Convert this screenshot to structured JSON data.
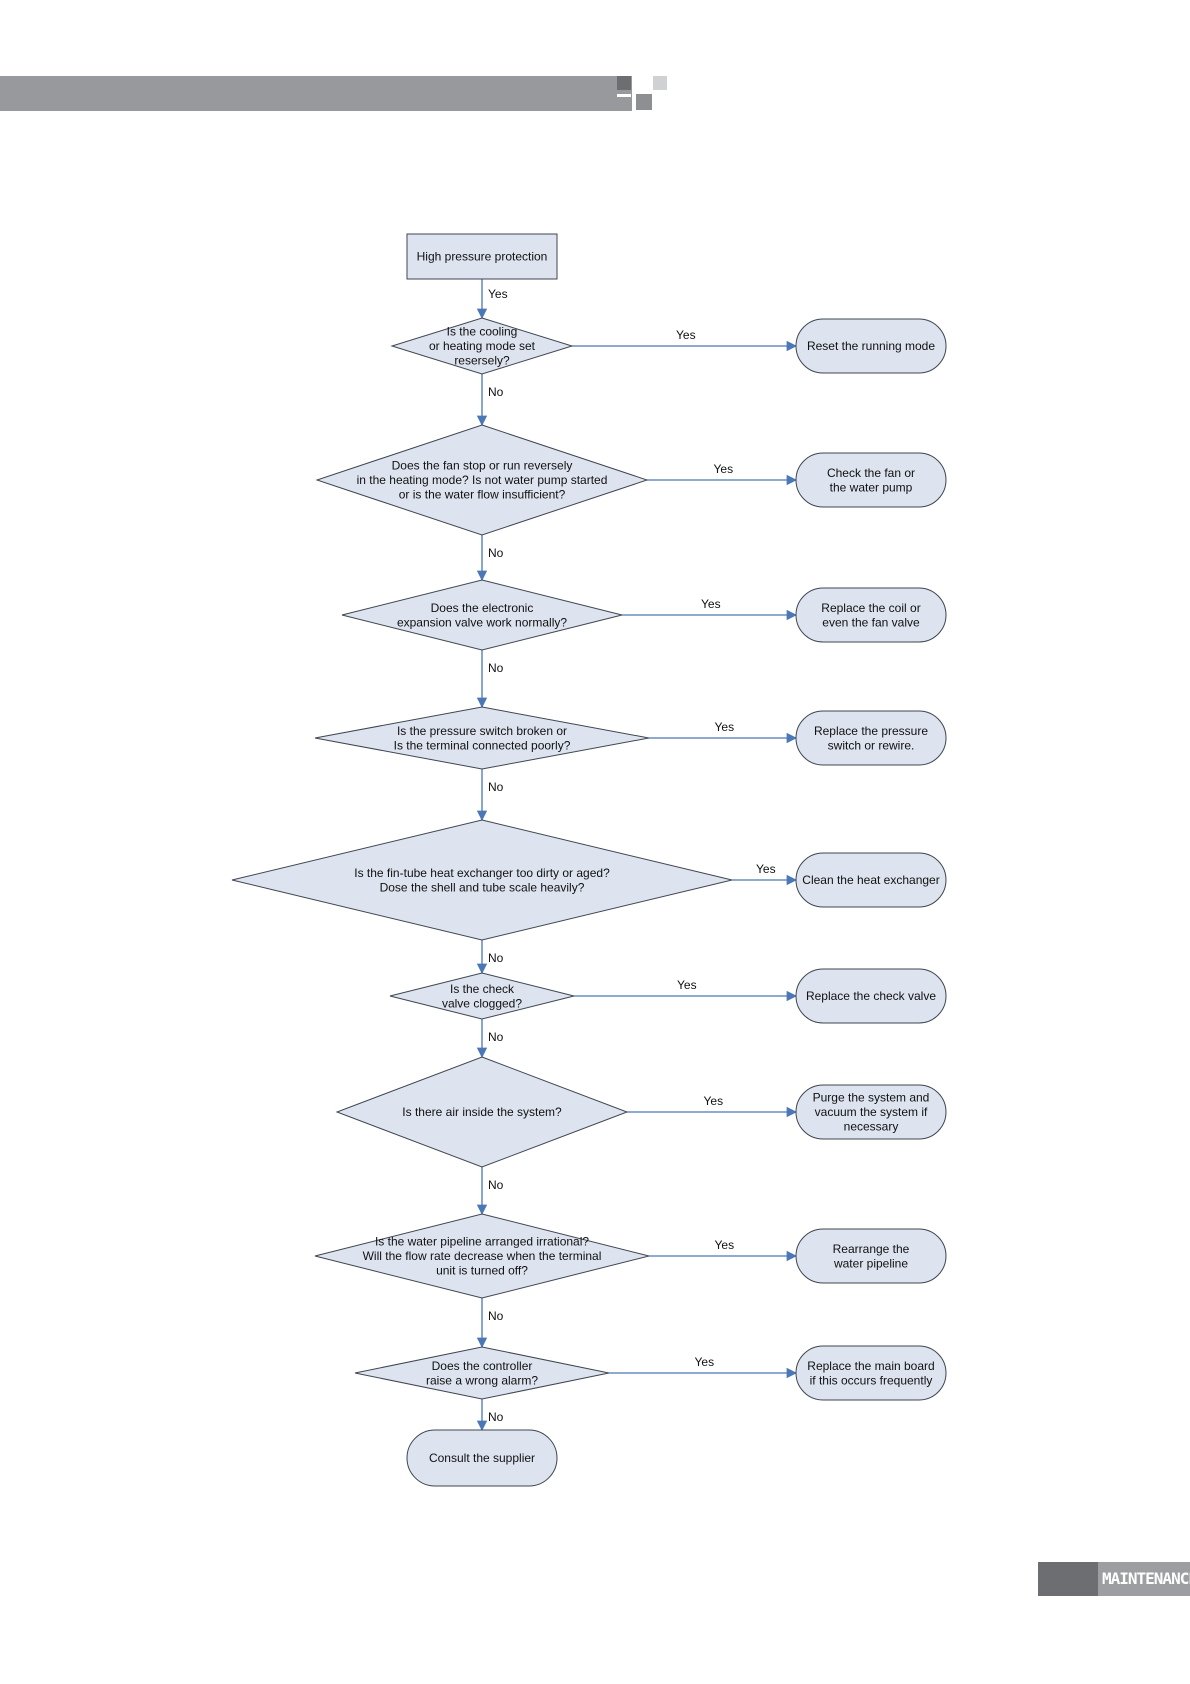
{
  "header": {
    "accent_color": "#98999d"
  },
  "footer": {
    "section_label": "MAINTENANCE"
  },
  "flowchart": {
    "start": "High pressure protection",
    "start_edge": "Yes",
    "questions": [
      {
        "text": [
          "Is the cooling",
          "or heating mode set",
          "resersely?"
        ],
        "yes": "Yes",
        "no": "No",
        "action": [
          "Reset the running mode"
        ]
      },
      {
        "text": [
          "Does the fan stop or run reversely",
          "in the heating mode?  Is not water pump started",
          "or is the water flow insufficient?"
        ],
        "yes": "Yes",
        "no": "No",
        "action": [
          "Check the fan or",
          "the water pump"
        ]
      },
      {
        "text": [
          "Does the electronic",
          "expansion valve work normally?"
        ],
        "yes": "Yes",
        "no": "No",
        "action": [
          "Replace the coil or",
          "even the fan valve"
        ]
      },
      {
        "text": [
          "Is the pressure switch broken or",
          "Is the terminal connected poorly?"
        ],
        "yes": "Yes",
        "no": "No",
        "action": [
          "Replace the pressure",
          "switch or rewire."
        ]
      },
      {
        "text": [
          "Is the fin-tube heat exchanger too dirty or aged?",
          "Dose the shell and tube scale heavily?"
        ],
        "yes": "Yes",
        "no": "No",
        "action": [
          "Clean the heat exchanger"
        ]
      },
      {
        "text": [
          "Is the check",
          "valve clogged?"
        ],
        "yes": "Yes",
        "no": "No",
        "action": [
          "Replace the check valve"
        ]
      },
      {
        "text": [
          "Is there air inside the system?"
        ],
        "yes": "Yes",
        "no": "No",
        "action": [
          "Purge the system and",
          "vacuum the system if",
          "necessary"
        ]
      },
      {
        "text": [
          "Is the water pipeline arranged irrational?",
          "Will the flow rate decrease when the terminal",
          "unit is turned off?"
        ],
        "yes": "Yes",
        "no": "No",
        "action": [
          "Rearrange the",
          "water pipeline"
        ]
      },
      {
        "text": [
          "Does the controller",
          "raise a wrong alarm?"
        ],
        "yes": "Yes",
        "no": "No",
        "action": [
          "Replace the main board",
          "if this occurs frequently"
        ]
      }
    ],
    "end": "Consult the supplier",
    "colors": {
      "fill": "#dde3ef",
      "stroke": "#3f4650",
      "arrow": "#4a77b5"
    }
  }
}
